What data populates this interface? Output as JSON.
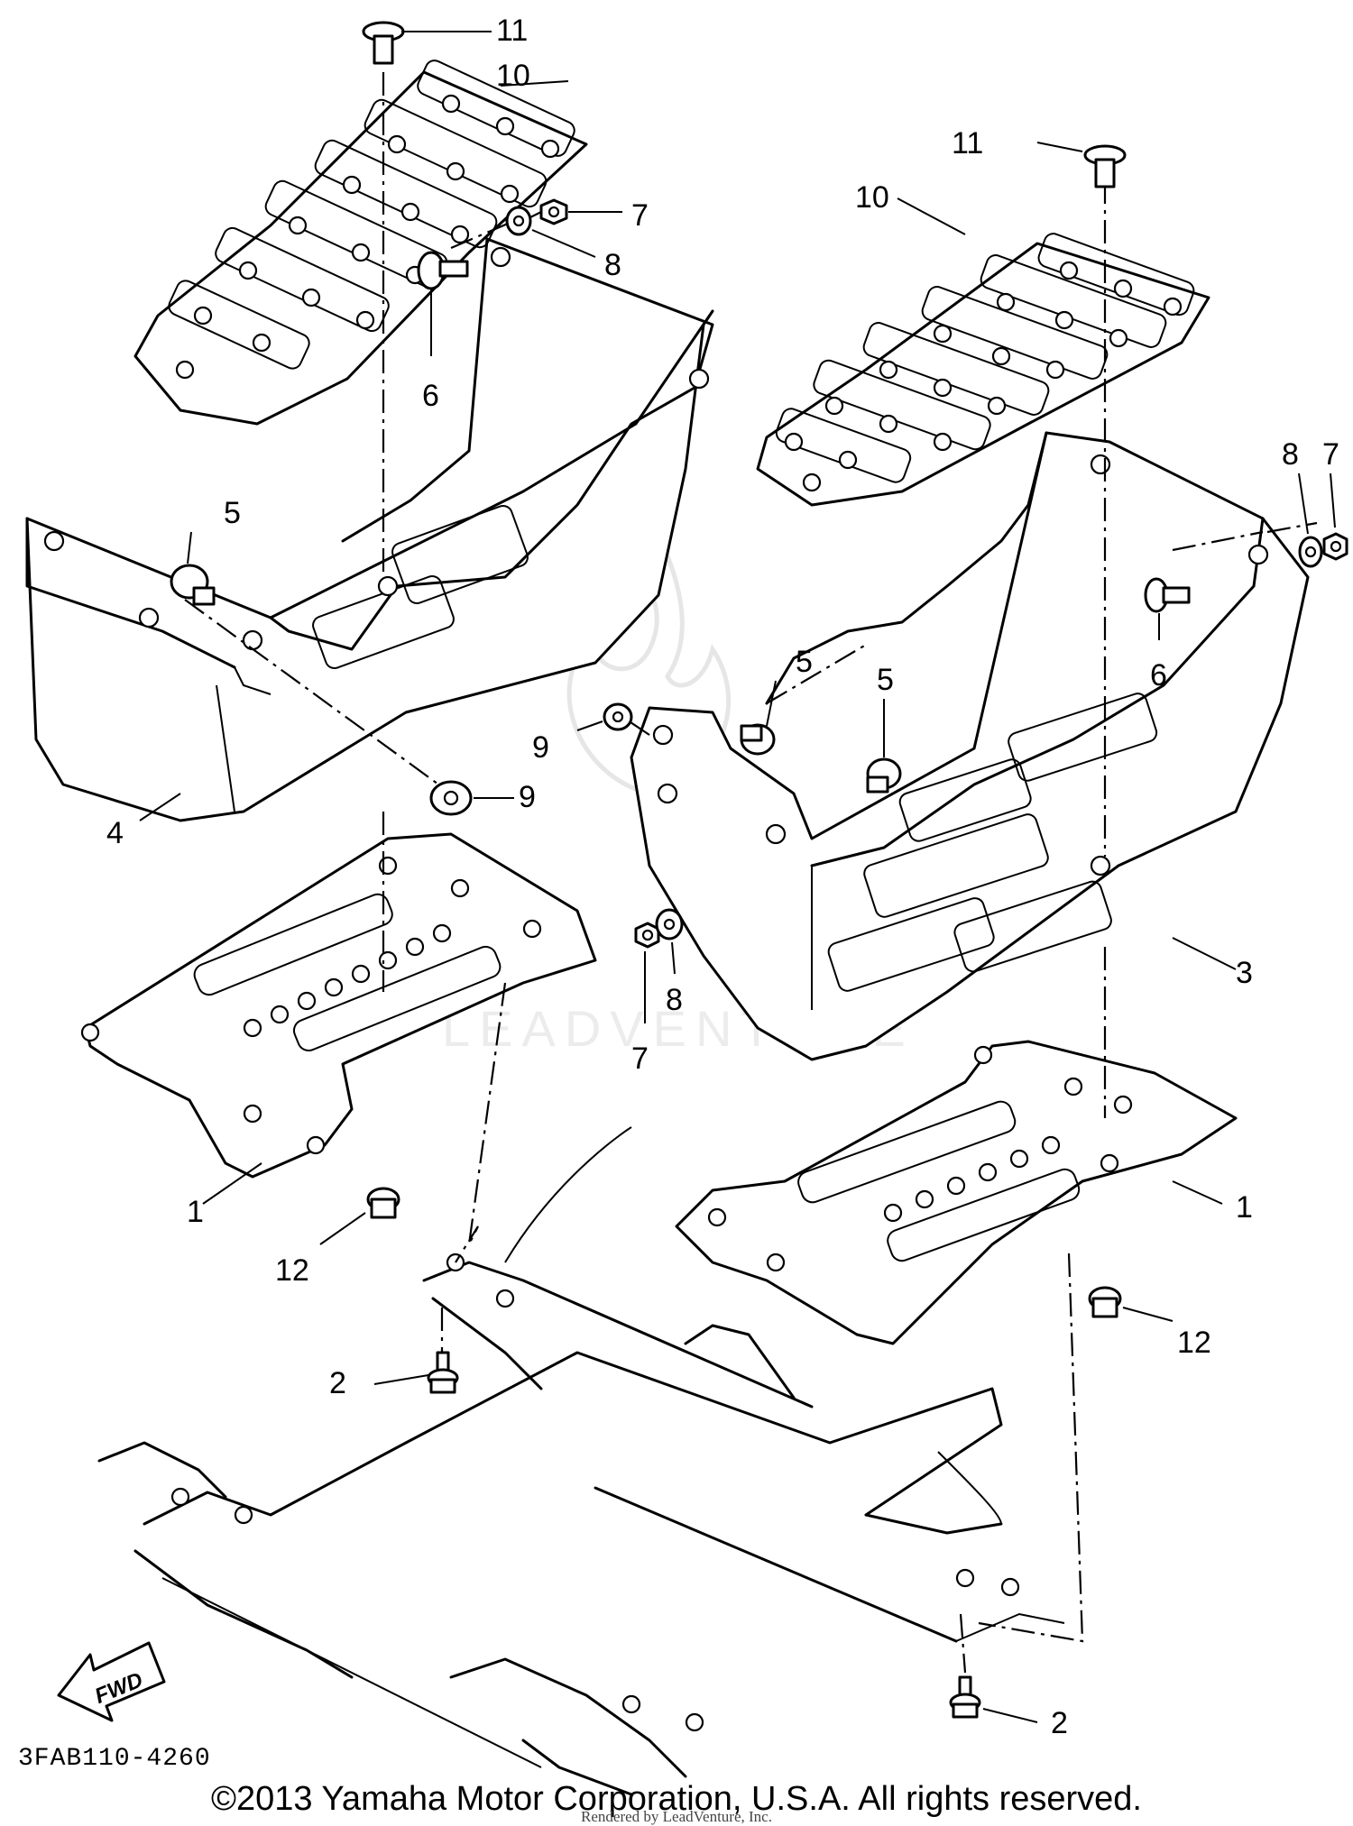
{
  "diagram": {
    "callouts": [
      "1",
      "1",
      "2",
      "2",
      "3",
      "4",
      "5",
      "5",
      "5",
      "6",
      "6",
      "7",
      "7",
      "7",
      "8",
      "8",
      "8",
      "9",
      "9",
      "10",
      "10",
      "11",
      "11",
      "12",
      "12"
    ],
    "direction_marker": "FWD",
    "diagram_code": "3FAB110-4260",
    "watermark_text": "LEADVENTURE"
  },
  "footer": {
    "copyright": "©2013 Yamaha Motor Corporation, U.S.A. All rights reserved.",
    "rendered_by": "Rendered by LeadVenture, Inc."
  }
}
